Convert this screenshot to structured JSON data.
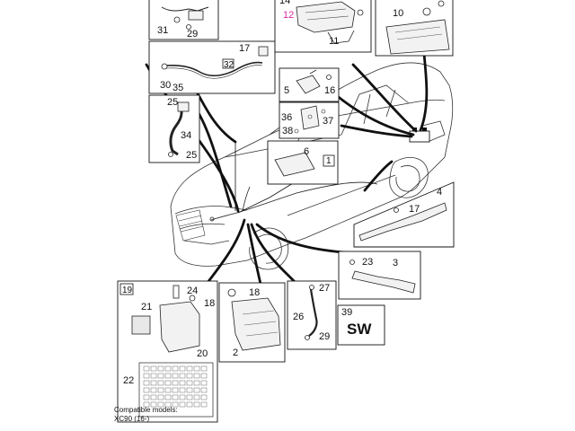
{
  "callouts": {
    "n1": "1",
    "n2": "2",
    "n3": "3",
    "n4": "4",
    "n5": "5",
    "n6": "6",
    "n10": "10",
    "n11": "11",
    "n12": "12",
    "n14": "14",
    "n16": "16",
    "n17a": "17",
    "n17b": "17",
    "n18a": "18",
    "n18b": "18",
    "n19": "19",
    "n20": "20",
    "n21": "21",
    "n22": "22",
    "n23": "23",
    "n24": "24",
    "n25a": "25",
    "n25b": "25",
    "n26": "26",
    "n27": "27",
    "n29a": "29",
    "n29b": "29",
    "n30": "30",
    "n31": "31",
    "n32": "32",
    "n34": "34",
    "n35": "35",
    "n36": "36",
    "n37": "37",
    "n38": "38",
    "n39": "39"
  },
  "sw_label": "SW",
  "footer": {
    "line1": "Compatible models:",
    "line2": "XC90 (16-)"
  },
  "colors": {
    "outline": "#1a1a1a",
    "highlight_callout": "#d42aa8",
    "part_fill": "#f2f2f2",
    "box_fill": "#ffffff"
  }
}
